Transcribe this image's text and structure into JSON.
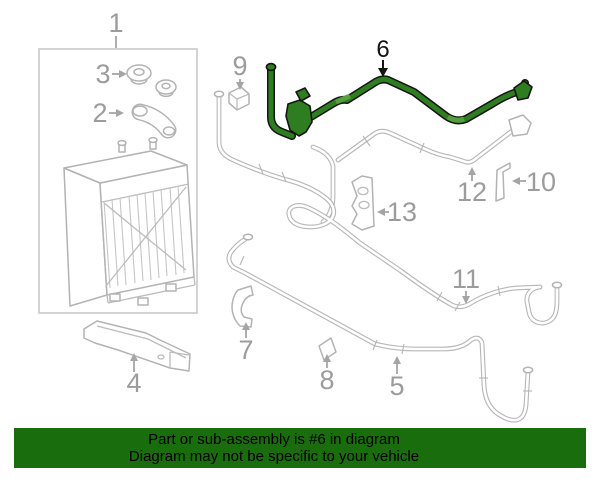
{
  "diagram": {
    "highlighted_callout": "6",
    "callouts": [
      {
        "num": "1"
      },
      {
        "num": "2"
      },
      {
        "num": "3"
      },
      {
        "num": "4"
      },
      {
        "num": "5"
      },
      {
        "num": "6"
      },
      {
        "num": "7"
      },
      {
        "num": "8"
      },
      {
        "num": "9"
      },
      {
        "num": "10"
      },
      {
        "num": "11"
      },
      {
        "num": "12"
      },
      {
        "num": "13"
      }
    ],
    "colors": {
      "highlight_hose": "#2e7d21",
      "hose_outline": "#151515",
      "line_grey": "#b6b6b6",
      "label_grey": "#9c9c9c",
      "highlight_label": "#141414"
    }
  },
  "banner": {
    "line1": "Part or sub-assembly is #6 in diagram",
    "line2": "Diagram may not be specific to your vehicle",
    "background": "#1a6d0c",
    "text_color": "#000000"
  }
}
